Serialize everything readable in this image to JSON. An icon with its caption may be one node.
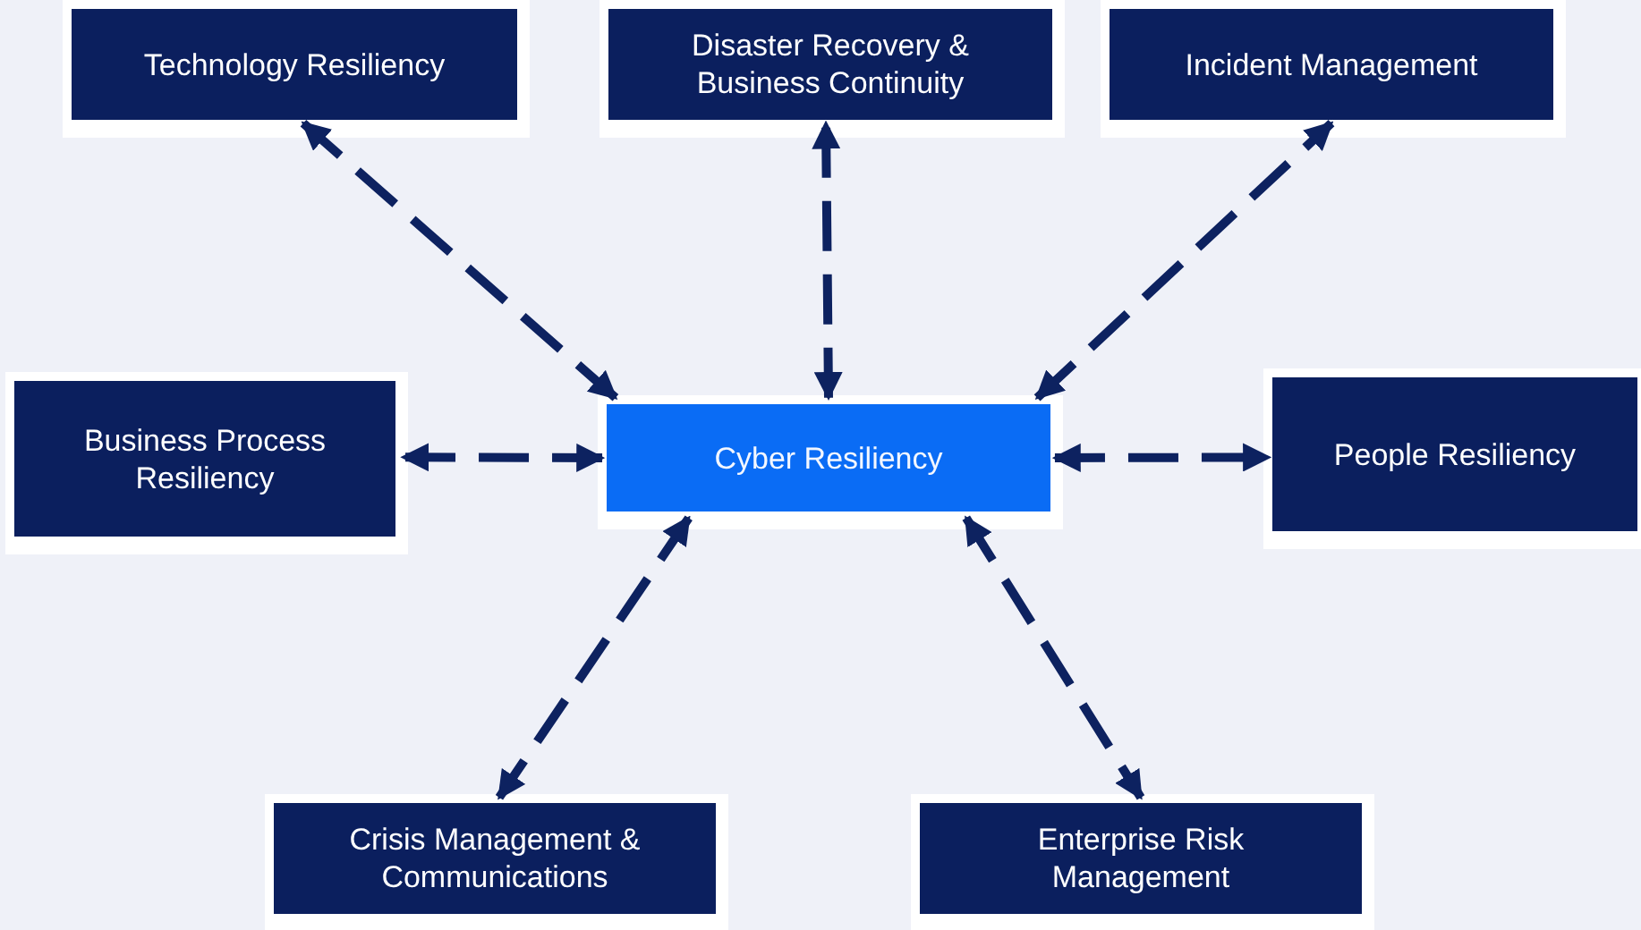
{
  "diagram": {
    "nodes": [
      {
        "text": [
          "Technology Resiliency"
        ]
      },
      {
        "text": [
          "Disaster Recovery & Business Continuity"
        ]
      },
      {
        "text": [
          "Incident Management"
        ]
      },
      {
        "text": [
          "Business Process Resiliency"
        ]
      },
      {
        "text": [
          "Cyber Resiliency"
        ]
      },
      {
        "text": [
          "People Resiliency"
        ]
      },
      {
        "text": [
          "Crisis Management & Communications"
        ]
      },
      {
        "text": [
          "Enterprise Risk Management"
        ]
      }
    ],
    "edges": [
      {
        "from": 4,
        "to": 0,
        "arrow": "both",
        "style": "dashed"
      },
      {
        "from": 4,
        "to": 1,
        "arrow": "both",
        "style": "dashed"
      },
      {
        "from": 4,
        "to": 2,
        "arrow": "both",
        "style": "dashed"
      },
      {
        "from": 4,
        "to": 3,
        "arrow": "both",
        "style": "dashed"
      },
      {
        "from": 4,
        "to": 5,
        "arrow": "both",
        "style": "dashed"
      },
      {
        "from": 4,
        "to": 6,
        "arrow": "both",
        "style": "dashed"
      },
      {
        "from": 4,
        "to": 7,
        "arrow": "both",
        "style": "dashed"
      }
    ]
  }
}
